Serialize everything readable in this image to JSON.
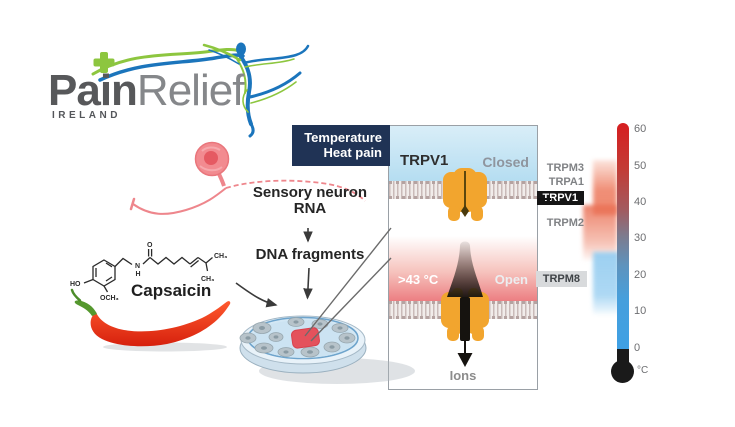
{
  "logo": {
    "brand_bold": "Pain",
    "brand_light": "Relief",
    "country": "IRELAND"
  },
  "flow": {
    "source_line1": "Sensory neuron",
    "source_line2": "RNA",
    "product": "DNA fragments"
  },
  "capsaicin": {
    "label": "Capsaicin",
    "atoms": {
      "ho": "HO",
      "och3": "OCH₃",
      "o": "O",
      "n": "N",
      "h": "H",
      "ch3_top": "CH₃",
      "ch3_bottom": "CH₃"
    }
  },
  "panel": {
    "header_line1": "Temperature",
    "header_line2": "Heat pain",
    "channel_name": "TRPV1",
    "state_closed": "Closed",
    "threshold": ">43 °C",
    "state_open": "Open",
    "ions_label": "Ions"
  },
  "thermometer": {
    "ticks": [
      "60",
      "50",
      "40",
      "30",
      "20",
      "10",
      "0"
    ],
    "unit": "°C",
    "receptor_trpm3": "TRPM3",
    "receptor_trpa1": "TRPA1",
    "receptor_trpv1": "TRPV1",
    "receptor_trpm2": "TRPM2",
    "receptor_trpm8": "TRPM8"
  },
  "colors": {
    "accent_green": "#8dc63f",
    "accent_blue": "#1b75bc",
    "header_navy": "#203355",
    "channel_orange": "#f2a52e",
    "hot_red": "#d91f24",
    "cold_blue": "#3fa0e4"
  }
}
